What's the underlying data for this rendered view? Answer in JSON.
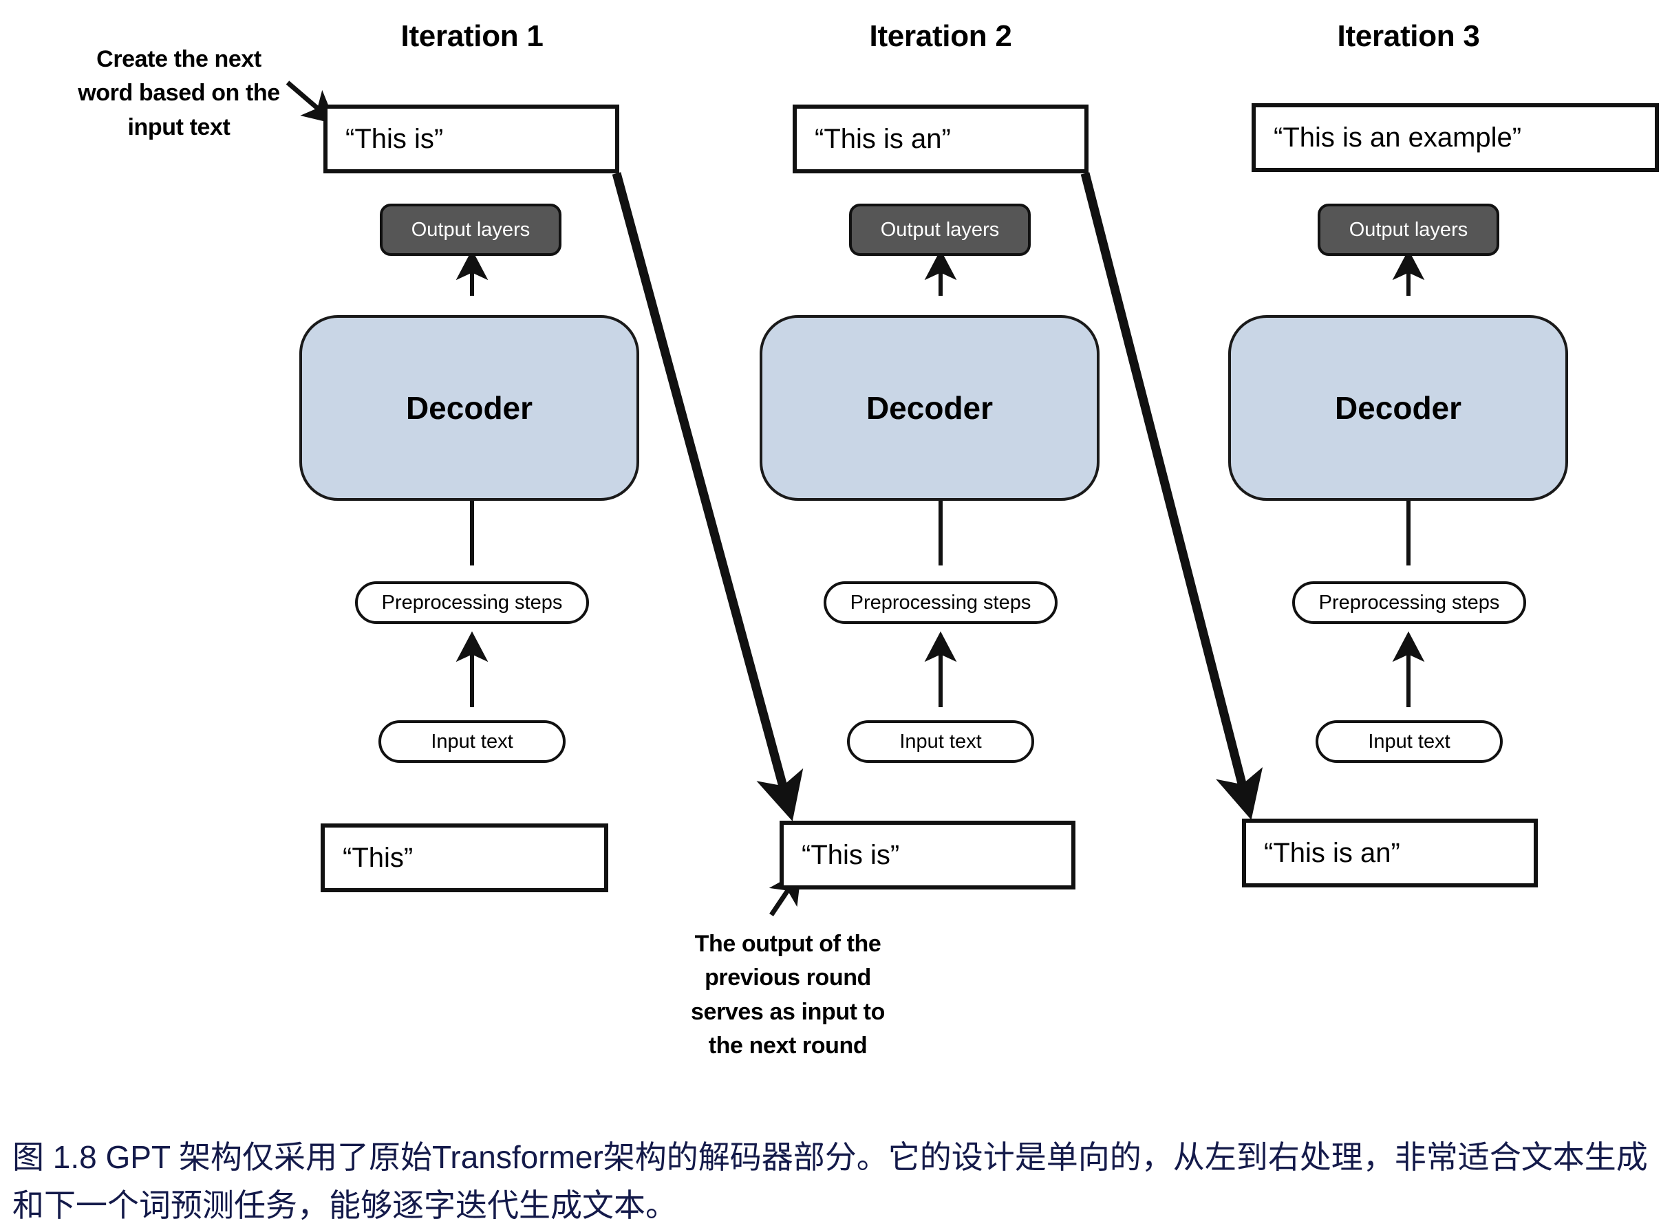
{
  "figure": {
    "caption": "图 1.8  GPT 架构仅采用了原始Transformer架构的解码器部分。它的设计是单向的，从左到右处理，非常适合文本生成和下一个词预测任务，能够逐字迭代生成文本。",
    "caption_color": "#141a4a"
  },
  "colors": {
    "decoder_fill": "#c9d6e6",
    "output_layers_fill": "#565656",
    "stroke": "#111111",
    "page_background": "#ffffff"
  },
  "annotations": {
    "top_left": {
      "lines": [
        "Create the next",
        "word based on the",
        "input text"
      ],
      "text": "Create the next word based on the input text"
    },
    "bottom": {
      "lines": [
        "The output of the",
        "previous round",
        "serves as input to",
        "the next round"
      ],
      "text": "The output of the previous round serves as input to the next round"
    }
  },
  "shared": {
    "output_layers_label": "Output layers",
    "decoder_label": "Decoder",
    "preprocessing_label": "Preprocessing steps",
    "input_text_label": "Input text"
  },
  "columns": [
    {
      "title": "Iteration 1",
      "output_text": "“This is”",
      "output_layers": "Output layers",
      "decoder": "Decoder",
      "preprocessing": "Preprocessing steps",
      "input_node": "Input text",
      "input_text": "“This”"
    },
    {
      "title": "Iteration 2",
      "output_text": "“This is an”",
      "output_layers": "Output layers",
      "decoder": "Decoder",
      "preprocessing": "Preprocessing steps",
      "input_node": "Input text",
      "input_text": "“This is”"
    },
    {
      "title": "Iteration 3",
      "output_text": "“This is an example”",
      "output_layers": "Output layers",
      "decoder": "Decoder",
      "preprocessing": "Preprocessing steps",
      "input_node": "Input text",
      "input_text": "“This is an”"
    }
  ]
}
